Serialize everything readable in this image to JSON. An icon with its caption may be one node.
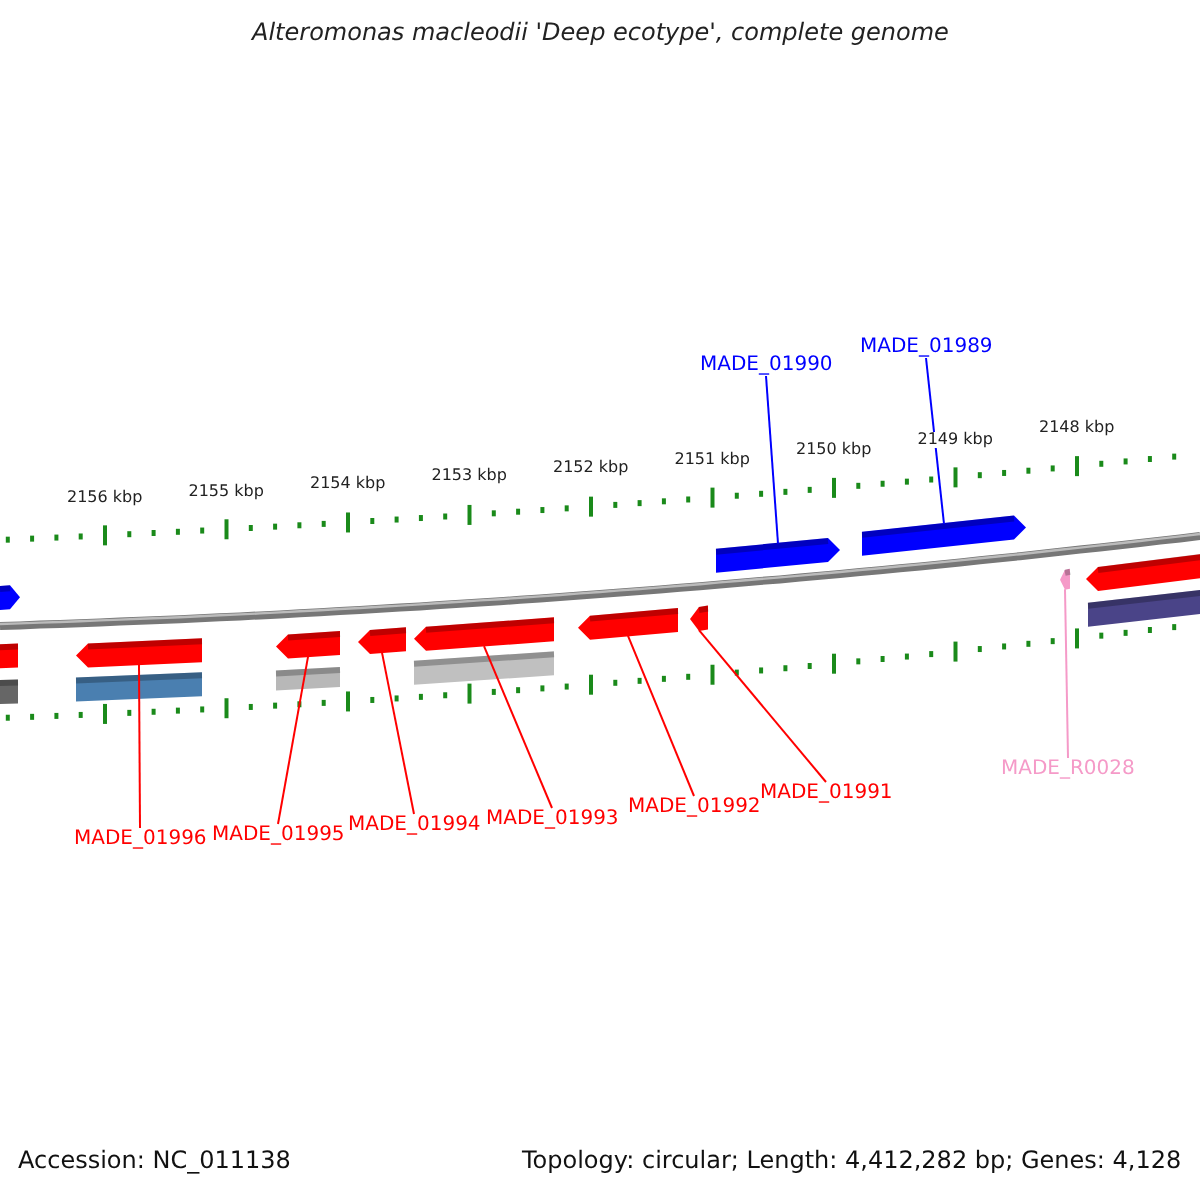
{
  "diagram": {
    "title": "Alteromonas macleodii 'Deep ecotype', complete genome",
    "nodes": [
      {
        "text": [
          "MADE_01990"
        ]
      },
      {
        "text": [
          "MADE_01989"
        ]
      },
      {
        "text": [],
        "shape": "arrow"
      },
      {
        "text": [],
        "shape": "arrow"
      },
      {
        "text": [],
        "shape": "arrow"
      },
      {
        "text": [],
        "shape": "arrow"
      },
      {
        "text": [],
        "shape": "arrow"
      },
      {
        "text": [],
        "shape": "arrow"
      },
      {
        "text": [],
        "shape": "arrow"
      },
      {
        "text": [],
        "shape": "arrow"
      },
      {
        "text": [],
        "shape": "arrow"
      },
      {
        "text": [
          "MADE_R0028"
        ]
      },
      {
        "text": [
          "MADE_01996"
        ]
      },
      {
        "text": [
          "MADE_01995"
        ]
      },
      {
        "text": [
          "MADE_01994"
        ]
      },
      {
        "text": [
          "MADE_01993"
        ]
      },
      {
        "text": [
          "MADE_01992"
        ]
      },
      {
        "text": [
          "MADE_01991"
        ]
      }
    ],
    "edges": [
      {
        "from": 0,
        "to": 2,
        "arrow": "none",
        "color": "#0000ff"
      },
      {
        "from": 1,
        "to": 3,
        "arrow": "none",
        "color": "#0000ff"
      },
      {
        "from": 11,
        "to": 4,
        "arrow": "none",
        "color": "#f59ac8"
      },
      {
        "from": 12,
        "to": 5,
        "arrow": "none"
      },
      {
        "from": 13,
        "to": 6,
        "arrow": "none"
      },
      {
        "from": 14,
        "to": 7,
        "arrow": "none"
      },
      {
        "from": 15,
        "to": 8,
        "arrow": "none"
      },
      {
        "from": 16,
        "to": 9,
        "arrow": "none"
      },
      {
        "from": 17,
        "to": 10,
        "arrow": "none"
      }
    ],
    "labels": [
      "2156 kbp",
      "2155 kbp",
      "2154 kbp",
      "2153 kbp",
      "2152 kbp",
      "2151 kbp",
      "2150 kbp",
      "2149 kbp",
      "2148 kbp",
      "Accession: NC_011138",
      "Topology: circular; Length: 4,412,282 bp; Genes: 4,128"
    ]
  }
}
